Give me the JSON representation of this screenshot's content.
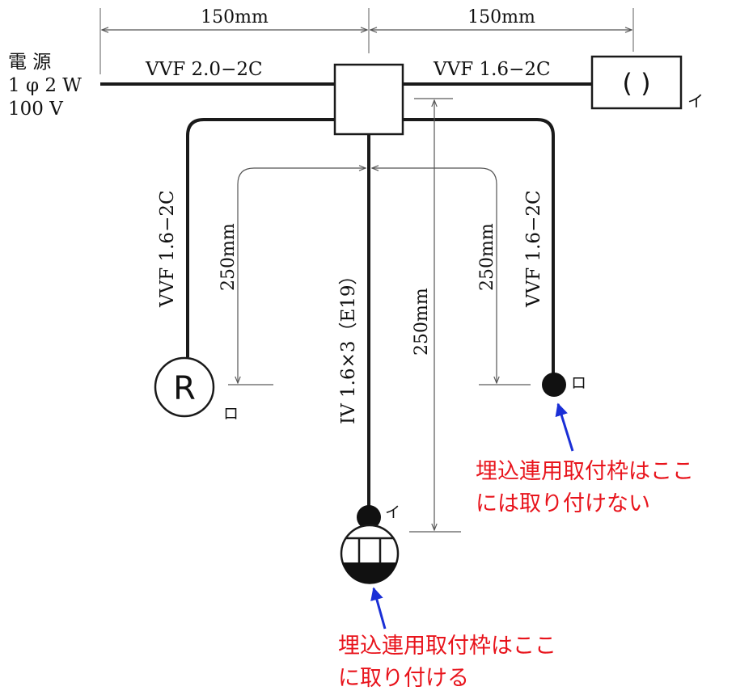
{
  "dimensions": {
    "top_left": "150mm",
    "top_right": "150mm",
    "left_vertical": "250mm",
    "center_vertical": "250mm",
    "right_vertical": "250mm"
  },
  "power_source": {
    "line1": "電 源",
    "line2": "1 φ 2 W",
    "line3": "100 V"
  },
  "cables": {
    "source_to_box": "VVF 2.0−2C",
    "box_to_light": "VVF 1.6−2C",
    "box_to_left": "VVF 1.6−2C",
    "box_to_down": "IV 1.6×3（E19）",
    "box_to_right": "VVF 1.6−2C"
  },
  "symbols": {
    "light_fixture": "( )",
    "receptacle_letter": "R",
    "label_i_light": "イ",
    "label_ro_receptacle": "ロ",
    "label_ro_right_switch": "ロ",
    "label_i_bottom_switch": "イ"
  },
  "notes": {
    "right_line1": "埋込連用取付枠はここ",
    "right_line2": "には取り付けない",
    "bottom_line1": "埋込連用取付枠はここ",
    "bottom_line2": "に取り付ける"
  },
  "colors": {
    "note_text": "#e8141c",
    "arrow": "#1a2fd6",
    "wire": "#1a1a1a",
    "dimension_line": "#777777"
  }
}
